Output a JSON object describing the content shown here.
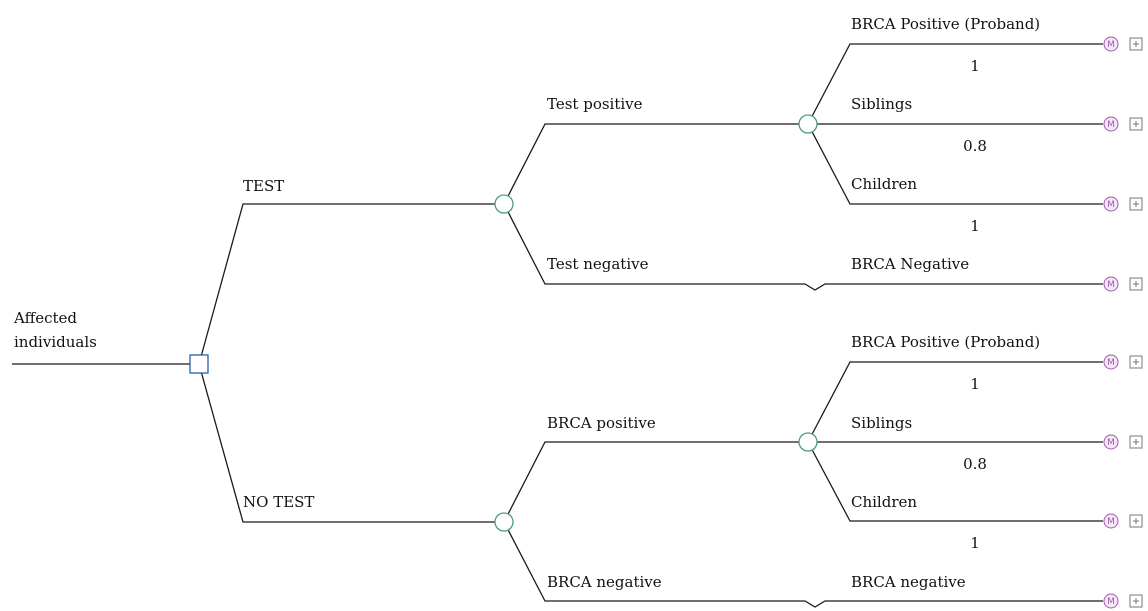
{
  "root": {
    "label_line1": "Affected",
    "label_line2": "individuals"
  },
  "strategies": {
    "test": {
      "label": "TEST",
      "branches": {
        "positive": {
          "label": "Test positive",
          "outcomes": [
            {
              "label": "BRCA Positive (Proband)",
              "probability": "1",
              "terminal": "M"
            },
            {
              "label": "Siblings",
              "probability": "0.8",
              "terminal": "M"
            },
            {
              "label": "Children",
              "probability": "1",
              "terminal": "M"
            }
          ]
        },
        "negative": {
          "label": "Test negative",
          "outcome": {
            "label": "BRCA Negative",
            "terminal": "M"
          }
        }
      }
    },
    "no_test": {
      "label": "NO TEST",
      "branches": {
        "positive": {
          "label": "BRCA positive",
          "outcomes": [
            {
              "label": "BRCA Positive (Proband)",
              "probability": "1",
              "terminal": "M"
            },
            {
              "label": "Siblings",
              "probability": "0.8",
              "terminal": "M"
            },
            {
              "label": "Children",
              "probability": "1",
              "terminal": "M"
            }
          ]
        },
        "negative": {
          "label": "BRCA negative",
          "outcome": {
            "label": "BRCA negative",
            "terminal": "M"
          }
        }
      }
    }
  },
  "colors": {
    "decision_node": "#2b5fa8",
    "chance_node": "#4f9a7f",
    "markov_node": "#a05ab0"
  }
}
